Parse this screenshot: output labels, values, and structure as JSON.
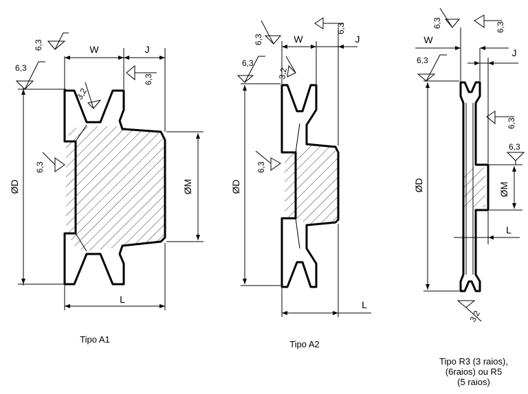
{
  "pulley_a1": {
    "caption": "Tipo A1",
    "dim_diameter": "ØD",
    "dim_bore": "ØM",
    "dim_width": "W",
    "dim_offset": "J",
    "dim_length": "L",
    "roughness": [
      "6,3",
      "6,3",
      "6,3",
      "3,2",
      "6,3"
    ]
  },
  "pulley_a2": {
    "caption": "Tipo A2",
    "dim_diameter": "ØD",
    "dim_width": "W",
    "dim_offset": "J",
    "dim_length": "L",
    "roughness": [
      "6,3",
      "6,3",
      "6,3",
      "3,2",
      "6,3"
    ]
  },
  "pulley_r": {
    "caption_lines": [
      "Tipo R3 (3 raios),",
      "(6raios) ou R5",
      "(5 raios)"
    ],
    "dim_diameter": "ØD",
    "dim_bore": "ØM",
    "dim_width": "W",
    "dim_offset": "J",
    "dim_length": "L",
    "roughness": [
      "6,3",
      "6,3",
      "6,3",
      "6,3",
      "6,3",
      "3,2"
    ]
  }
}
